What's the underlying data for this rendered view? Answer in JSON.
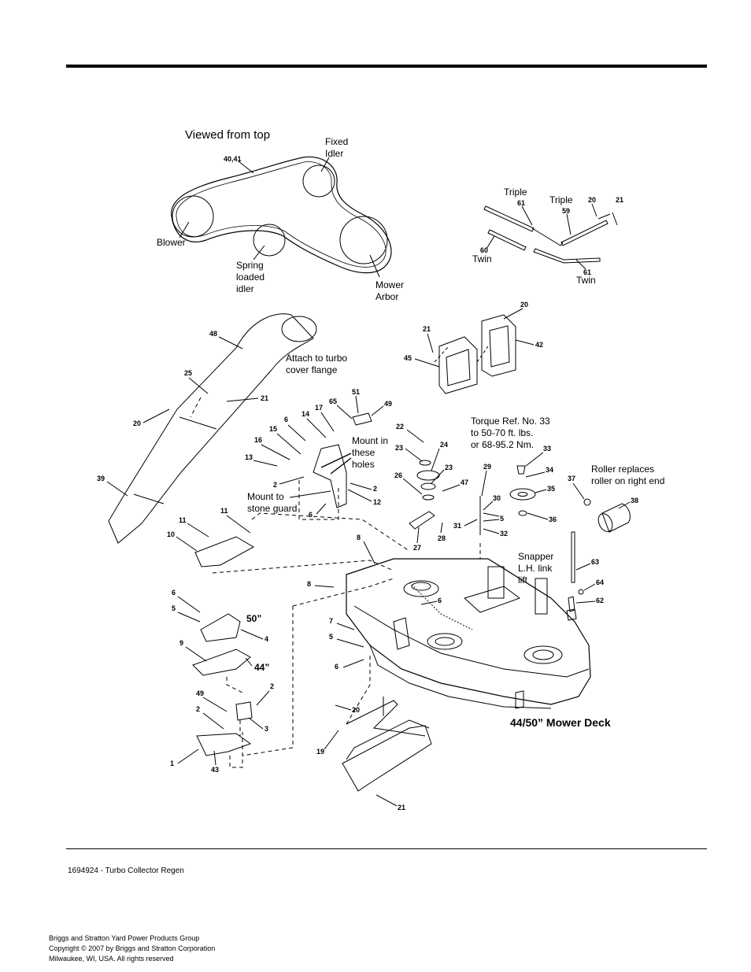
{
  "header": {
    "rule": true
  },
  "belt_view": {
    "title": "Viewed from top",
    "fixed_idler": [
      "Fixed",
      "Idler"
    ],
    "blower": "Blower",
    "spring_idler": [
      "Spring",
      "loaded",
      "idler"
    ],
    "mower_arbor": [
      "Mower",
      "Arbor"
    ],
    "belt_ref": "40,41"
  },
  "hardware": {
    "triple_a": "Triple",
    "triple_b": "Triple",
    "twin_a": "Twin",
    "twin_b": "Twin"
  },
  "callouts": {
    "attach_turbo": [
      "Attach to turbo",
      "cover flange"
    ],
    "mount_holes": [
      "Mount in",
      "these",
      "holes"
    ],
    "mount_stone": [
      "Mount to",
      "stone guard"
    ],
    "torque": [
      "Torque Ref. No. 33",
      "to 50-70 ft. lbs.",
      "or 68-95.2 Nm."
    ],
    "roller": [
      "Roller replaces",
      "roller on right end"
    ],
    "snapper": [
      "Snapper",
      "L.H. link",
      "lift"
    ],
    "size_50": "50”",
    "size_44": "44”",
    "deck_title": "44/50” Mower Deck"
  },
  "part_numbers": {
    "p61a": "61",
    "p59": "59",
    "p20a": "20",
    "p21a": "21",
    "p60": "60",
    "p61b": "61",
    "p48": "48",
    "p20b": "20",
    "p42": "42",
    "p21b": "21",
    "p45": "45",
    "p25": "25",
    "p21c": "21",
    "p20c": "20",
    "p39": "39",
    "p51": "51",
    "p65": "65",
    "p49a": "49",
    "p17": "17",
    "p14": "14",
    "p6a": "6",
    "p15": "15",
    "p16": "16",
    "p13": "13",
    "p2a": "2",
    "p2b": "2",
    "p12": "12",
    "p6b": "6",
    "p22": "22",
    "p23a": "23",
    "p24": "24",
    "p23b": "23",
    "p26": "26",
    "p47": "47",
    "p27": "27",
    "p28": "28",
    "p33": "33",
    "p29": "29",
    "p34": "34",
    "p35": "35",
    "p30": "30",
    "p5a": "5",
    "p31": "31",
    "p32": "32",
    "p36": "36",
    "p37": "37",
    "p38": "38",
    "p11a": "11",
    "p11b": "11",
    "p10": "10",
    "p8a": "8",
    "p8b": "8",
    "p6c": "6",
    "p63": "63",
    "p64": "64",
    "p62": "62",
    "p6d": "6",
    "p5b": "5",
    "p4": "4",
    "p9": "9",
    "p7": "7",
    "p5c": "5",
    "p6e": "6",
    "p49b": "49",
    "p2c": "2",
    "p2d": "2",
    "p3": "3",
    "p1": "1",
    "p43": "43",
    "p20d": "20",
    "p19": "19",
    "p21d": "21"
  },
  "footer": {
    "doc": "1694924 - Turbo Collector Regen",
    "company": "Briggs and Stratton Yard Power Products Group",
    "copyright": "Copyright ©  2007 by Briggs and Stratton Corporation",
    "location": "Milwaukee, WI, USA. All rights reserved"
  }
}
